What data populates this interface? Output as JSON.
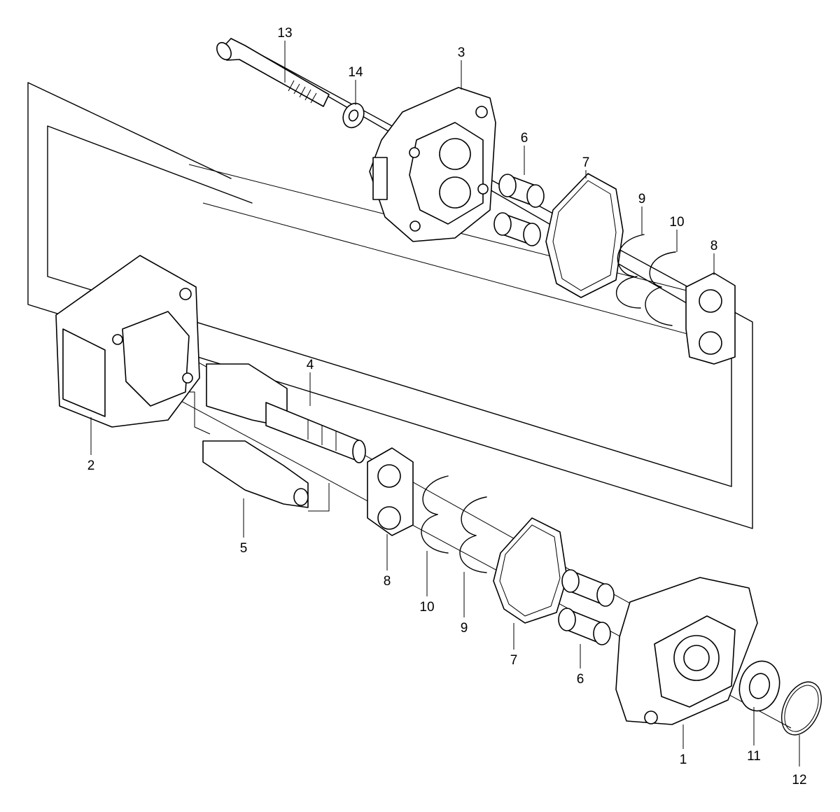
{
  "diagram": {
    "background": "#ffffff",
    "line_color": "#000000",
    "callouts": [
      {
        "id": "c13",
        "label": "13"
      },
      {
        "id": "c14",
        "label": "14"
      },
      {
        "id": "c3",
        "label": "3"
      },
      {
        "id": "c6a",
        "label": "6"
      },
      {
        "id": "c7a",
        "label": "7"
      },
      {
        "id": "c9a",
        "label": "9"
      },
      {
        "id": "c10a",
        "label": "10"
      },
      {
        "id": "c8a",
        "label": "8"
      },
      {
        "id": "c4",
        "label": "4"
      },
      {
        "id": "c2",
        "label": "2"
      },
      {
        "id": "c5",
        "label": "5"
      },
      {
        "id": "c8b",
        "label": "8"
      },
      {
        "id": "c10b",
        "label": "10"
      },
      {
        "id": "c9b",
        "label": "9"
      },
      {
        "id": "c7b",
        "label": "7"
      },
      {
        "id": "c6b",
        "label": "6"
      },
      {
        "id": "c1",
        "label": "1"
      },
      {
        "id": "c11",
        "label": "11"
      },
      {
        "id": "c12",
        "label": "12"
      }
    ]
  }
}
